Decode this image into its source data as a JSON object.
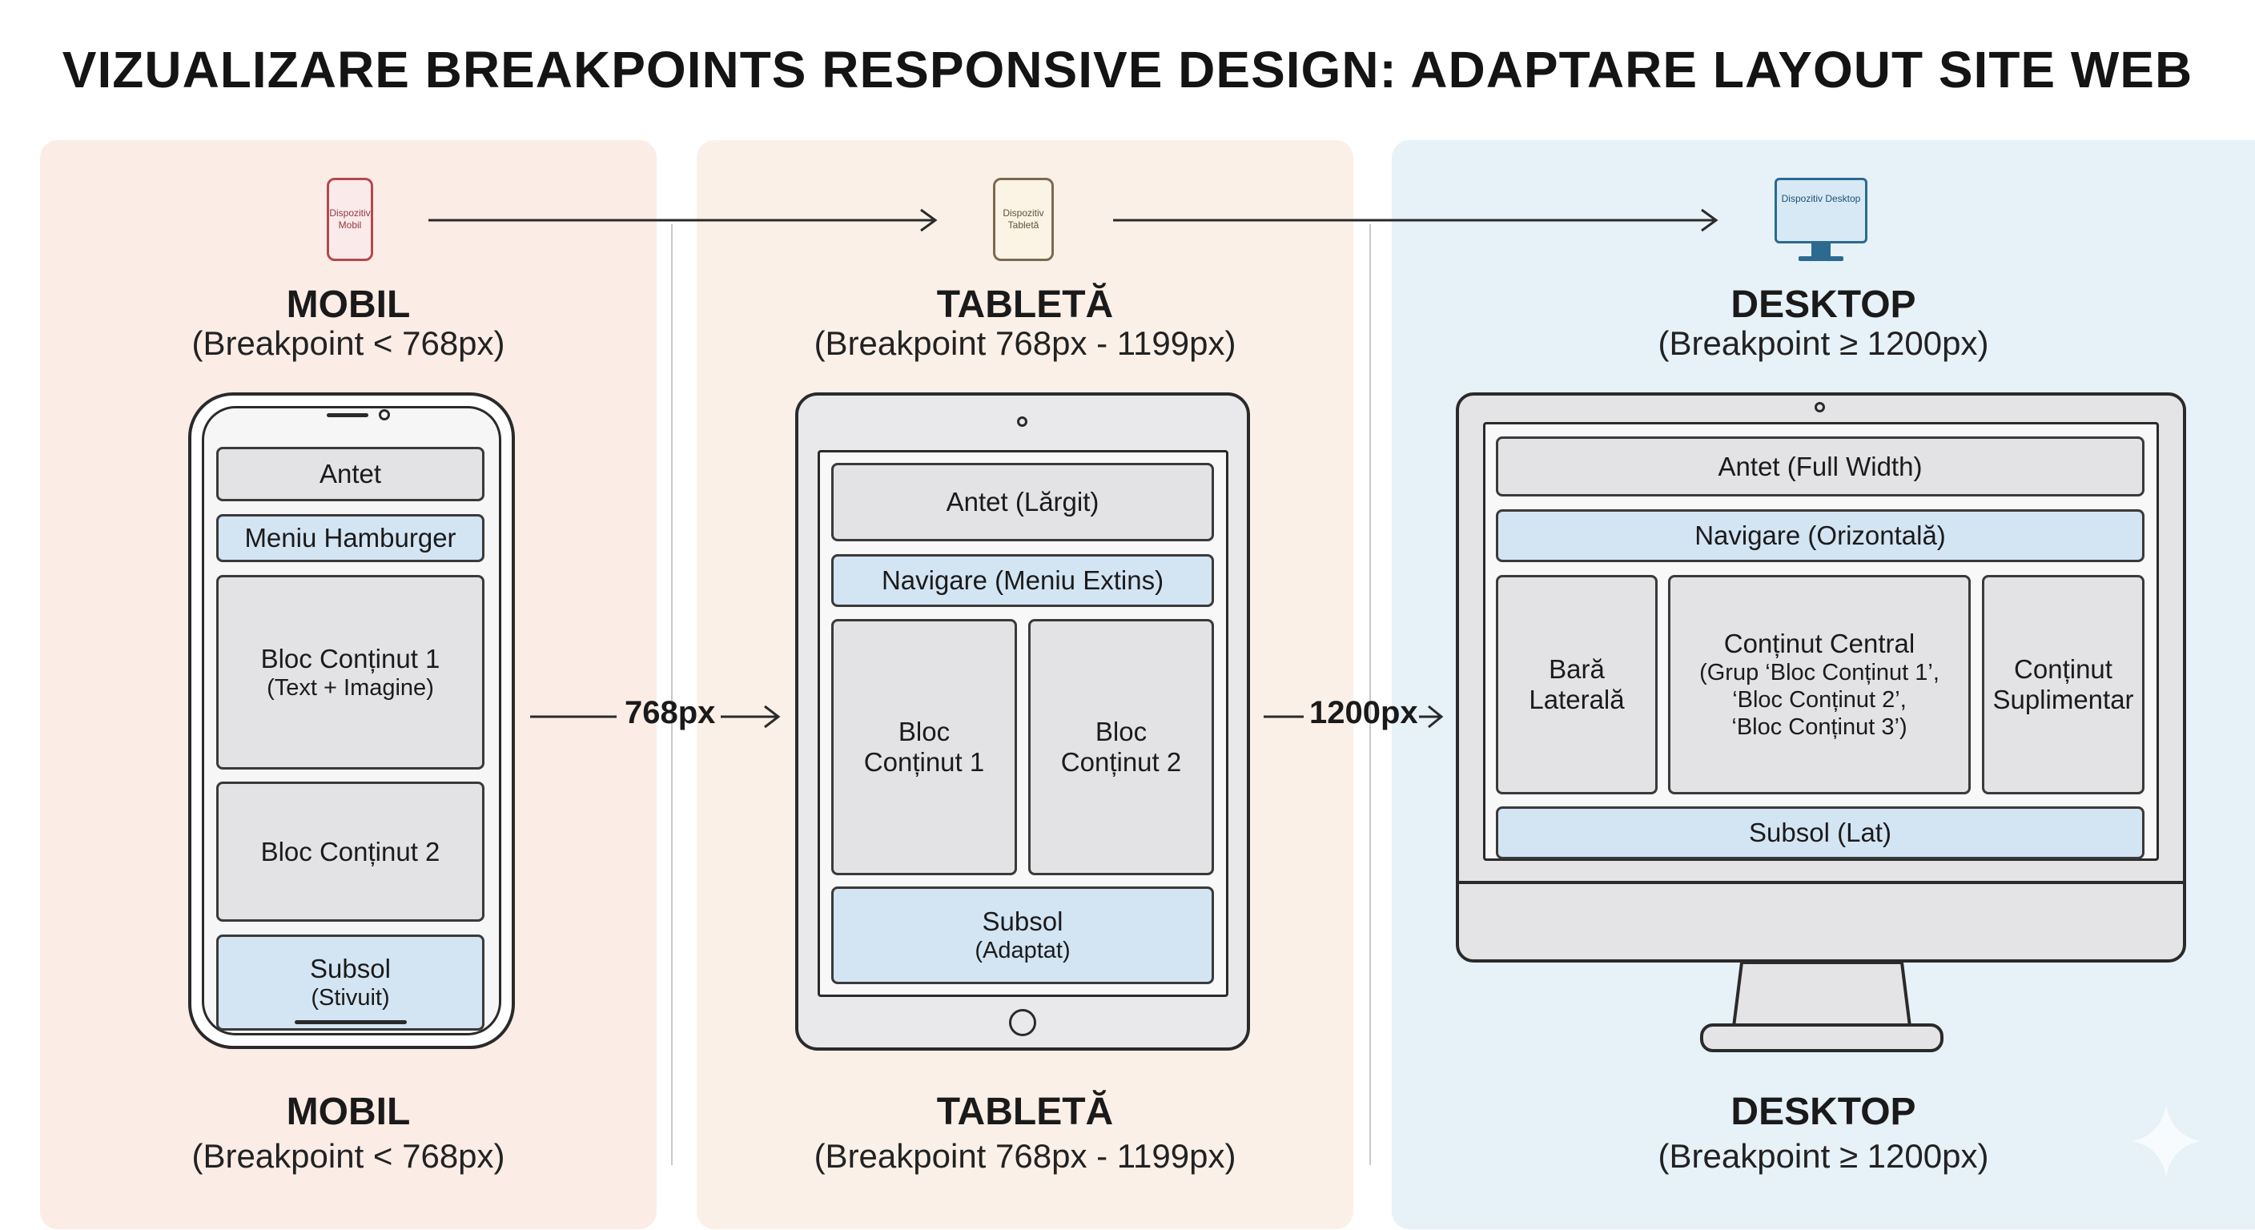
{
  "title": "VIZUALIZARE BREAKPOINTS RESPONSIVE DESIGN: ADAPTARE LAYOUT SITE WEB",
  "mobile": {
    "icon_label": "Dispozitiv Mobil",
    "title": "MOBIL",
    "breakpoint": "(Breakpoint < 768px)",
    "blocks": {
      "header": "Antet",
      "nav": "Meniu Hamburger",
      "content1_title": "Bloc Conținut 1",
      "content1_sub": "(Text + Imagine)",
      "content2": "Bloc Conținut 2",
      "footer_title": "Subsol",
      "footer_sub": "(Stivuit)"
    }
  },
  "tablet": {
    "icon_label": "Dispozitiv Tabletă",
    "title": "TABLETĂ",
    "breakpoint": "(Breakpoint 768px - 1199px)",
    "blocks": {
      "header": "Antet (Lărgit)",
      "nav": "Navigare (Meniu Extins)",
      "content1_line1": "Bloc",
      "content1_line2": "Conținut 1",
      "content2_line1": "Bloc",
      "content2_line2": "Conținut 2",
      "footer_title": "Subsol",
      "footer_sub": "(Adaptat)"
    }
  },
  "desktop": {
    "icon_label": "Dispozitiv Desktop",
    "title": "DESKTOP",
    "breakpoint": "(Breakpoint ≥ 1200px)",
    "blocks": {
      "header": "Antet (Full Width)",
      "nav": "Navigare (Orizontală)",
      "sidebar_line1": "Bară",
      "sidebar_line2": "Laterală",
      "central_title": "Conținut Central",
      "central_line1": "(Grup ‘Bloc Conținut 1’,",
      "central_line2": "‘Bloc Conținut 2’,",
      "central_line3": "‘Bloc Conținut 3’)",
      "extra_line1": "Conținut",
      "extra_line2": "Suplimentar",
      "footer": "Subsol (Lat)"
    }
  },
  "breakpoints": {
    "first": "768px",
    "second": "1200px"
  },
  "colors": {
    "mobile_bg": "#fcece6",
    "tablet_bg": "#fbf0e7",
    "desktop_bg": "#e6f1f8",
    "block_gray": "#e3e3e5",
    "block_blue": "#d3e4f3",
    "mobile_icon": "#b5484d",
    "tablet_icon": "#7a6a4e",
    "desktop_icon": "#2c6a8f"
  }
}
